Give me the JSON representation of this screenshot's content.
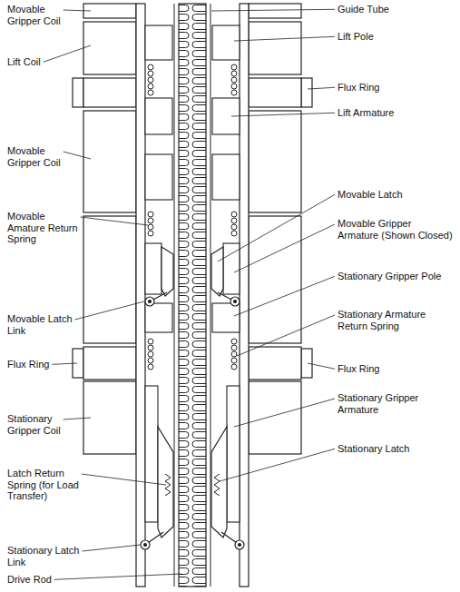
{
  "diagram": {
    "labels": [
      "Movable Gripper Coil",
      "Guide Tube",
      "Lift Coil",
      "Lift Pole",
      "Flux Ring",
      "Movable Gripper Coil",
      "Lift Armature",
      "Movable Amature Return Spring",
      "Movable Latch",
      "Movable Gripper Armature (Shown Closed)",
      "Movable Latch Link",
      "Flux Ring",
      "Stationary Gripper Pole",
      "Stationary Gripper Coil",
      "Stationary Armature Return Spring",
      "Flux Ring",
      "Latch Return Spring (for Load Transfer)",
      "Stationary Gripper Armature",
      "Stationary Latch Link",
      "Stationary Latch",
      "Drive Rod"
    ]
  }
}
